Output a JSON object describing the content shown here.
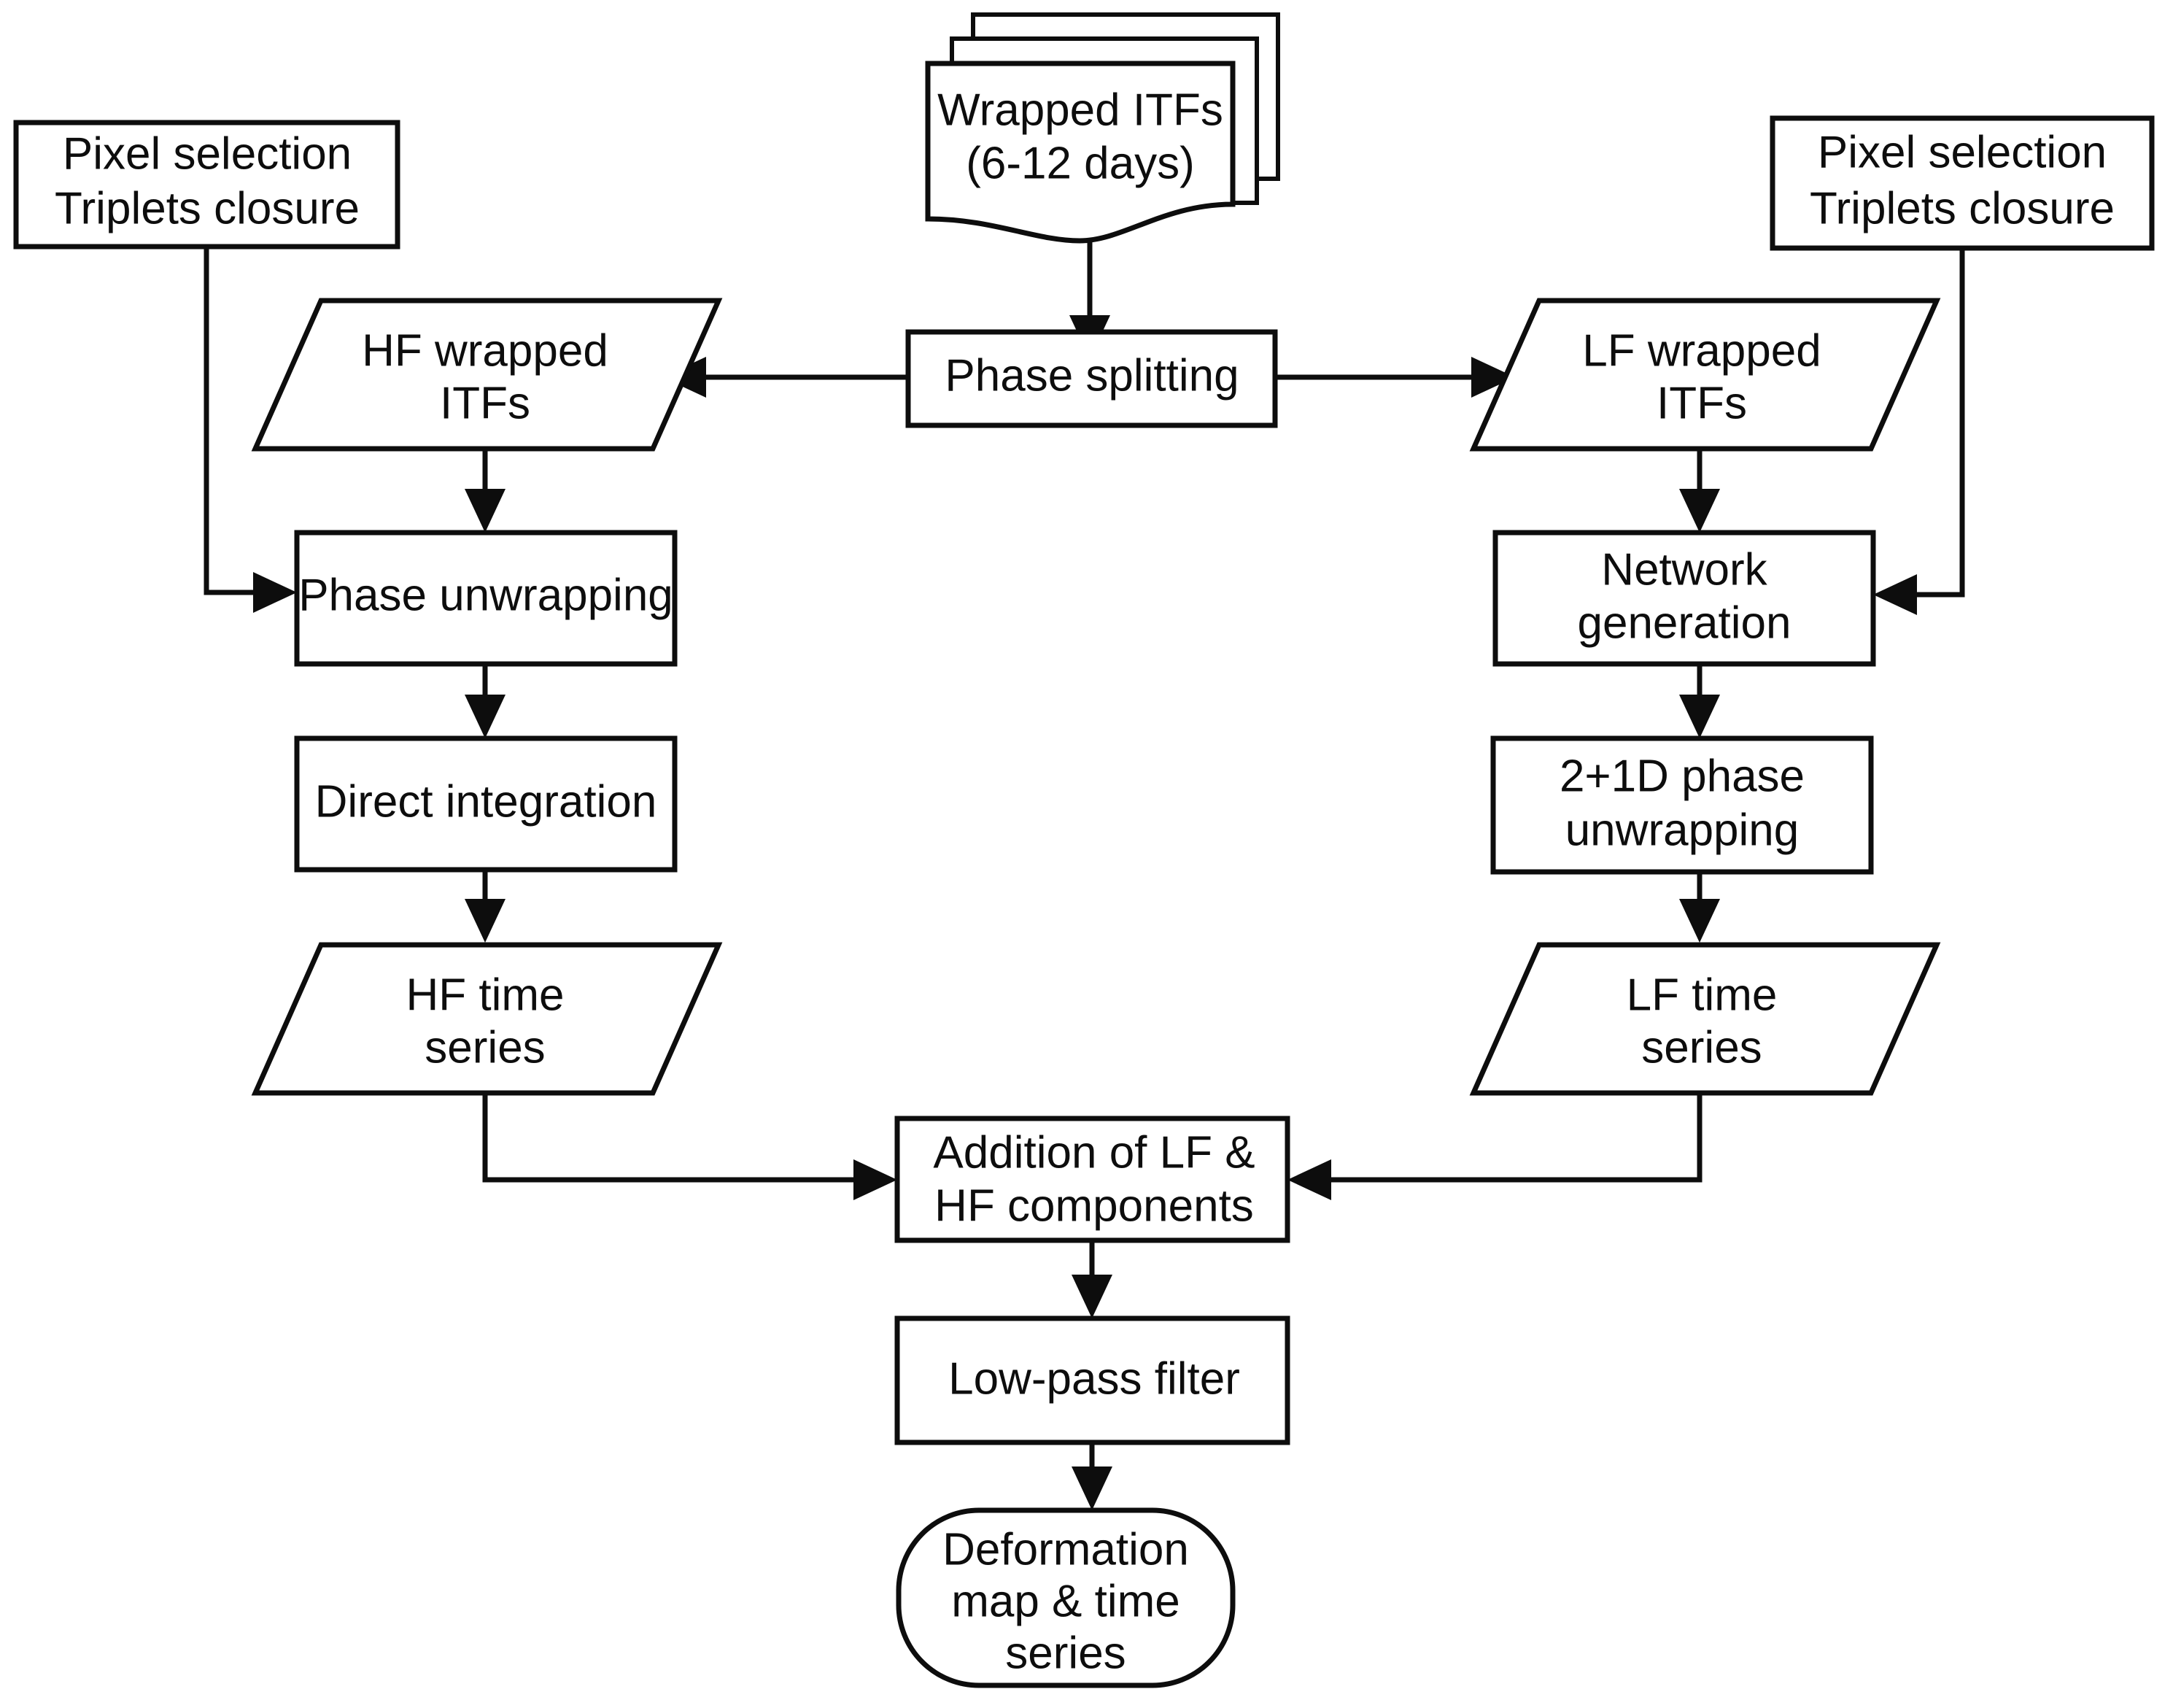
{
  "diagram": {
    "title": "InSAR phase splitting processing chain flowchart",
    "background_color": "#ffffff",
    "stroke_color": "#0d0d0d",
    "text_color": "#0d0d0d"
  },
  "nodes": {
    "wrapped_itfs": {
      "line1": "Wrapped ITFs",
      "line2": "(6-12 days)",
      "shape": "stacked-document"
    },
    "pixel_selection_left": {
      "line1": "Pixel selection",
      "line2": "Triplets closure",
      "shape": "rectangle"
    },
    "pixel_selection_right": {
      "line1": "Pixel selection",
      "line2": "Triplets closure",
      "shape": "rectangle"
    },
    "phase_splitting": {
      "line1": "Phase splitting",
      "shape": "rectangle"
    },
    "hf_wrapped_itfs": {
      "line1": "HF wrapped",
      "line2": "ITFs",
      "shape": "parallelogram"
    },
    "lf_wrapped_itfs": {
      "line1": "LF wrapped",
      "line2": "ITFs",
      "shape": "parallelogram"
    },
    "phase_unwrapping": {
      "line1": "Phase unwrapping",
      "shape": "rectangle"
    },
    "network_generation": {
      "line1": "Network",
      "line2": "generation",
      "shape": "rectangle"
    },
    "direct_integration": {
      "line1": "Direct integration",
      "shape": "rectangle"
    },
    "phase_unwrapping_2d1d": {
      "line1": "2+1D phase",
      "line2": "unwrapping",
      "shape": "rectangle"
    },
    "hf_time_series": {
      "line1": "HF time",
      "line2": "series",
      "shape": "parallelogram"
    },
    "lf_time_series": {
      "line1": "LF time",
      "line2": "series",
      "shape": "parallelogram"
    },
    "addition": {
      "line1": "Addition of LF &",
      "line2": "HF components",
      "shape": "rectangle"
    },
    "low_pass_filter": {
      "line1": "Low-pass filter",
      "shape": "rectangle"
    },
    "deformation": {
      "line1": "Deformation",
      "line2": "map & time",
      "line3": "series",
      "shape": "rounded-rectangle"
    }
  },
  "edges": [
    {
      "name": "wrapped-itfs-to-phase-splitting",
      "from": "wrapped_itfs",
      "to": "phase_splitting",
      "style": "straight-down-arrow"
    },
    {
      "name": "phase-splitting-to-hf-wrapped",
      "from": "phase_splitting",
      "to": "hf_wrapped_itfs",
      "style": "straight-left-arrow"
    },
    {
      "name": "phase-splitting-to-lf-wrapped",
      "from": "phase_splitting",
      "to": "lf_wrapped_itfs",
      "style": "straight-right-arrow"
    },
    {
      "name": "pixel-selection-left-to-phase-unwrapping",
      "from": "pixel_selection_left",
      "to": "phase_unwrapping",
      "style": "elbow-down-right-arrow"
    },
    {
      "name": "hf-wrapped-to-phase-unwrapping",
      "from": "hf_wrapped_itfs",
      "to": "phase_unwrapping",
      "style": "straight-down-arrow"
    },
    {
      "name": "phase-unwrapping-to-direct-integration",
      "from": "phase_unwrapping",
      "to": "direct_integration",
      "style": "straight-down-arrow"
    },
    {
      "name": "direct-integration-to-hf-time-series",
      "from": "direct_integration",
      "to": "hf_time_series",
      "style": "straight-down-arrow"
    },
    {
      "name": "pixel-selection-right-to-network-generation",
      "from": "pixel_selection_right",
      "to": "network_generation",
      "style": "elbow-down-left-arrow"
    },
    {
      "name": "lf-wrapped-to-network-generation",
      "from": "lf_wrapped_itfs",
      "to": "network_generation",
      "style": "straight-down-arrow"
    },
    {
      "name": "network-generation-to-2d1d",
      "from": "network_generation",
      "to": "phase_unwrapping_2d1d",
      "style": "straight-down-arrow"
    },
    {
      "name": "2d1d-to-lf-time-series",
      "from": "phase_unwrapping_2d1d",
      "to": "lf_time_series",
      "style": "straight-down-arrow"
    },
    {
      "name": "hf-time-series-to-addition",
      "from": "hf_time_series",
      "to": "addition",
      "style": "elbow-down-right-arrow"
    },
    {
      "name": "lf-time-series-to-addition",
      "from": "lf_time_series",
      "to": "addition",
      "style": "elbow-down-left-arrow"
    },
    {
      "name": "addition-to-low-pass-filter",
      "from": "addition",
      "to": "low_pass_filter",
      "style": "straight-down-arrow"
    },
    {
      "name": "low-pass-filter-to-deformation",
      "from": "low_pass_filter",
      "to": "deformation",
      "style": "straight-down-arrow"
    }
  ]
}
